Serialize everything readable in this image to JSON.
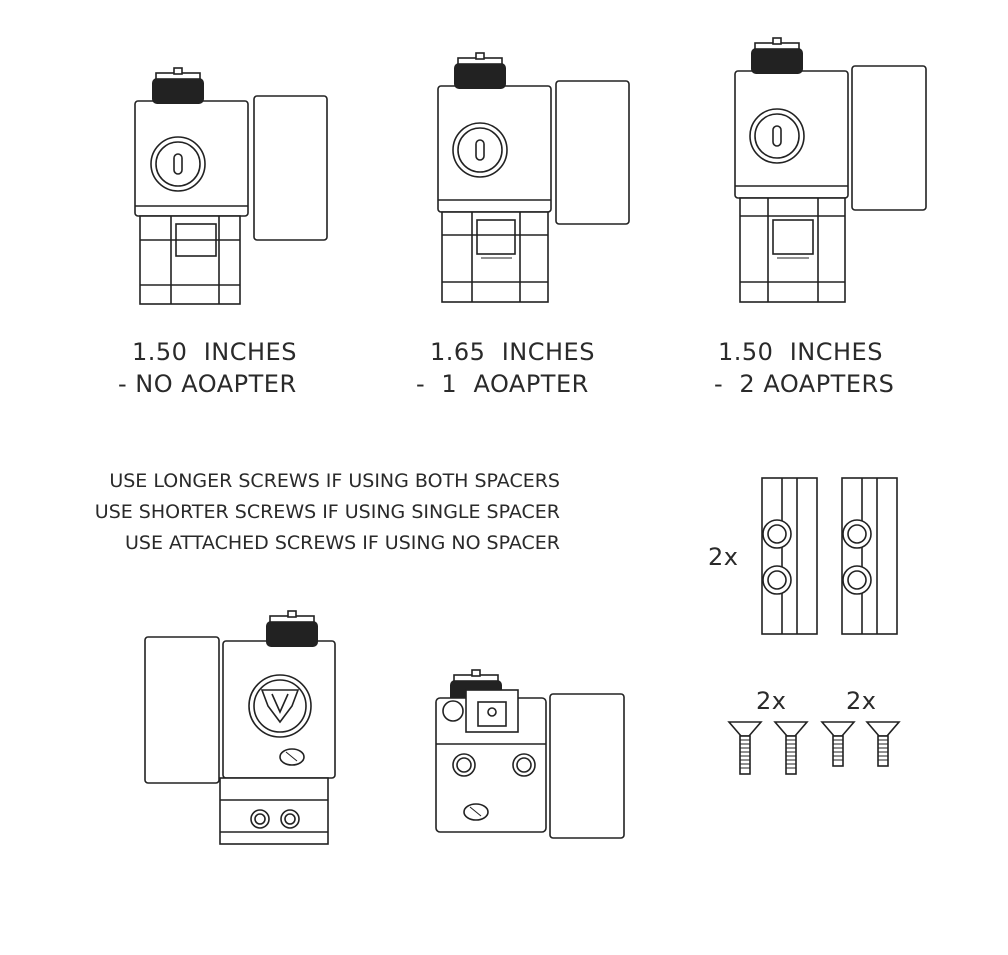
{
  "configs": [
    {
      "line1": "1.50  INCHES",
      "line2": "- NO AOAPTER"
    },
    {
      "line1": "1.65  INCHES",
      "line2": "-  1  AOAPTER"
    },
    {
      "line1": "1.50  INCHES",
      "line2": "-  2 AOAPTERS"
    }
  ],
  "notes": [
    "USE LONGER SCREWS IF USING BOTH SPACERS",
    "USE SHORTER SCREWS IF USING SINGLE SPACER",
    "USE ATTACHED SCREWS IF USING NO SPACER"
  ],
  "spacer_qty": "2x",
  "long_screw_qty": "2x",
  "short_screw_qty": "2x"
}
